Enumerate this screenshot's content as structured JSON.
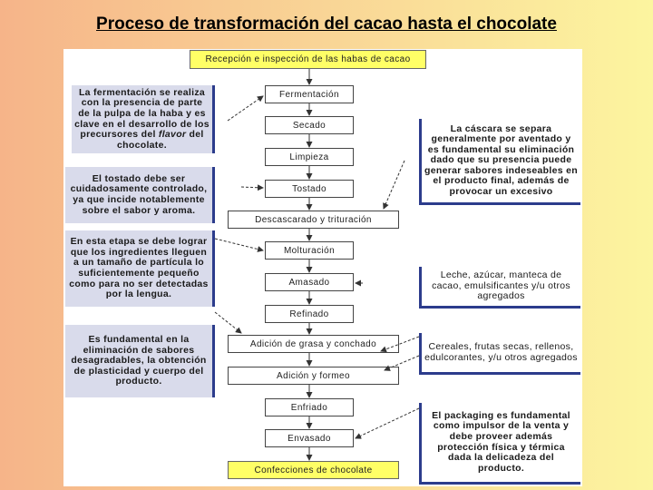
{
  "title": "Proceso de transformación del cacao hasta el chocolate",
  "flow": {
    "recepcion": "Recepción e inspección de las habas de cacao",
    "fermentacion": "Fermentación",
    "secado": "Secado",
    "limpieza": "Limpieza",
    "tostado": "Tostado",
    "descascarado": "Descascarado y trituración",
    "molturacion": "Molturación",
    "amasado": "Amasado",
    "refinado": "Refinado",
    "adicion_grasa": "Adición de grasa y conchado",
    "adicion_formeo": "Adición y formeo",
    "enfriado": "Enfriado",
    "envasado": "Envasado",
    "confecciones": "Confecciones de chocolate"
  },
  "notes": {
    "fermentacion_a": "La fermentación se realiza con la presencia de parte de la pulpa de la haba y es clave en el desarrollo de los precursores del",
    "fermentacion_b": "flavor",
    "fermentacion_c": "del chocolate.",
    "tostado": "El tostado debe ser cuidadosamente controlado, ya que incide notablemente sobre el sabor y aroma.",
    "molturacion": "En esta etapa se debe lograr que los ingredientes lleguen a un tamaño de partícula lo suficientemente pequeño como para no ser detectadas por la lengua.",
    "conchado": "Es fundamental en la eliminación de sabores desagradables, la obtención de plasticidad y cuerpo del producto.",
    "cascara": "La cáscara se separa generalmente por aventado y es fundamental su eliminación dado que su presencia puede generar sabores indeseables en el producto final, además de provocar un excesivo",
    "leche": "Leche, azúcar, manteca de cacao, emulsificantes y/u otros agregados",
    "cereales": "Cereales, frutas secas, rellenos, edulcorantes, y/u otros agregados",
    "packaging": "El packaging es fundamental como impulsor de la venta y debe proveer además protección física y térmica dada la delicadeza del producto."
  }
}
